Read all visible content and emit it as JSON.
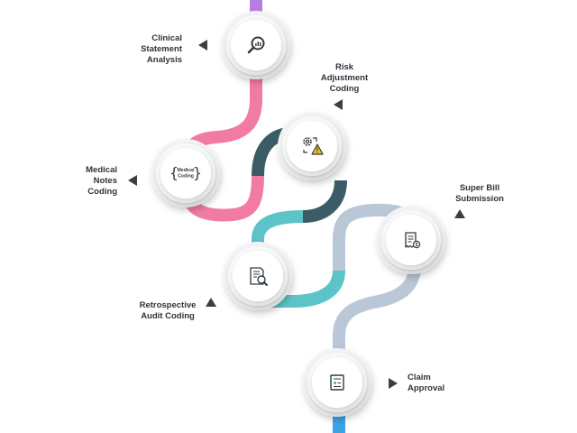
{
  "colors": {
    "purple": "#b77de0",
    "pink": "#f27ba6",
    "dark_teal": "#3b5c66",
    "teal": "#5cc3c8",
    "gray_blue": "#b9c7d6",
    "blue": "#3ea2e8",
    "icon": "#333a40",
    "warning": "#f2c230"
  },
  "steps": [
    {
      "label": "Clinical\nStatement\nAnalysis",
      "icon": "magnifier-chart-icon"
    },
    {
      "label": "Risk\nAdjustment\nCoding",
      "icon": "gears-warning-icon"
    },
    {
      "label": "Medical\nNotes\nCoding",
      "icon": "medical-coding-braces-icon",
      "icon_text": "Medical\nCoding"
    },
    {
      "label": "Super Bill\nSubmission",
      "icon": "bill-document-icon"
    },
    {
      "label": "Retrospective\nAudit Coding",
      "icon": "audit-document-icon"
    },
    {
      "label": "Claim\nApproval",
      "icon": "approval-card-icon"
    }
  ]
}
